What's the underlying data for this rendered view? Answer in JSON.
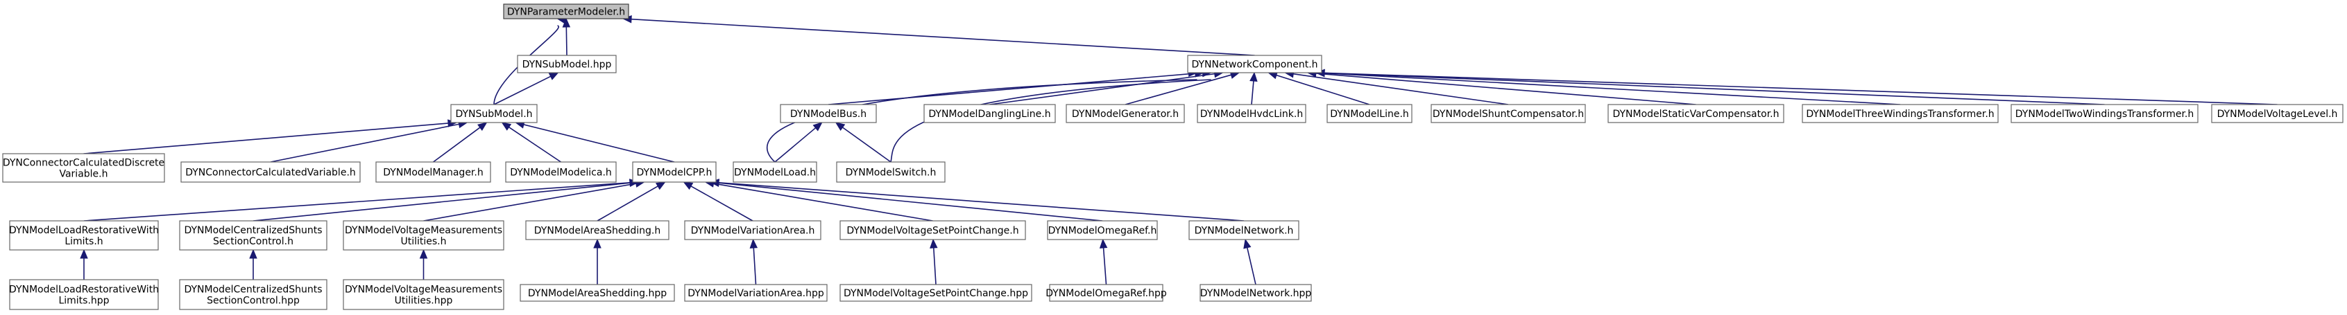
{
  "diagram": {
    "title": "",
    "colors": {
      "edge": "#191970",
      "box_border": "#666666",
      "root_fill": "#bfbfbf",
      "text": "#000000"
    },
    "nodes": [
      {
        "id": "paramModeler",
        "lines": [
          "DYNParameterModeler.h"
        ],
        "root": true
      },
      {
        "id": "subModelHpp",
        "lines": [
          "DYNSubModel.hpp"
        ]
      },
      {
        "id": "networkComponent",
        "lines": [
          "DYNNetworkComponent.h"
        ]
      },
      {
        "id": "subModelH",
        "lines": [
          "DYNSubModel.h"
        ]
      },
      {
        "id": "connCalcDiscrete",
        "lines": [
          "DYNConnectorCalculatedDiscrete",
          "Variable.h"
        ]
      },
      {
        "id": "connCalc",
        "lines": [
          "DYNConnectorCalculatedVariable.h"
        ]
      },
      {
        "id": "modelManager",
        "lines": [
          "DYNModelManager.h"
        ]
      },
      {
        "id": "modelModelica",
        "lines": [
          "DYNModelModelica.h"
        ]
      },
      {
        "id": "modelCPP",
        "lines": [
          "DYNModelCPP.h"
        ]
      },
      {
        "id": "modelBus",
        "lines": [
          "DYNModelBus.h"
        ]
      },
      {
        "id": "danglingLine",
        "lines": [
          "DYNModelDanglingLine.h"
        ]
      },
      {
        "id": "generator",
        "lines": [
          "DYNModelGenerator.h"
        ]
      },
      {
        "id": "hvdcLink",
        "lines": [
          "DYNModelHvdcLink.h"
        ]
      },
      {
        "id": "line",
        "lines": [
          "DYNModelLine.h"
        ]
      },
      {
        "id": "shuntComp",
        "lines": [
          "DYNModelShuntCompensator.h"
        ]
      },
      {
        "id": "staticVar",
        "lines": [
          "DYNModelStaticVarCompensator.h"
        ]
      },
      {
        "id": "threeWind",
        "lines": [
          "DYNModelThreeWindingsTransformer.h"
        ]
      },
      {
        "id": "twoWind",
        "lines": [
          "DYNModelTwoWindingsTransformer.h"
        ]
      },
      {
        "id": "voltageLevel",
        "lines": [
          "DYNModelVoltageLevel.h"
        ]
      },
      {
        "id": "modelLoad",
        "lines": [
          "DYNModelLoad.h"
        ]
      },
      {
        "id": "modelSwitch",
        "lines": [
          "DYNModelSwitch.h"
        ]
      },
      {
        "id": "loadRestH",
        "lines": [
          "DYNModelLoadRestorativeWith",
          "Limits.h"
        ]
      },
      {
        "id": "centralH",
        "lines": [
          "DYNModelCentralizedShunts",
          "SectionControl.h"
        ]
      },
      {
        "id": "voltMeasH",
        "lines": [
          "DYNModelVoltageMeasurements",
          "Utilities.h"
        ]
      },
      {
        "id": "areaShedH",
        "lines": [
          "DYNModelAreaShedding.h"
        ]
      },
      {
        "id": "varAreaH",
        "lines": [
          "DYNModelVariationArea.h"
        ]
      },
      {
        "id": "voltSetH",
        "lines": [
          "DYNModelVoltageSetPointChange.h"
        ]
      },
      {
        "id": "omegaH",
        "lines": [
          "DYNModelOmegaRef.h"
        ]
      },
      {
        "id": "networkH",
        "lines": [
          "DYNModelNetwork.h"
        ]
      },
      {
        "id": "loadRestHpp",
        "lines": [
          "DYNModelLoadRestorativeWith",
          "Limits.hpp"
        ]
      },
      {
        "id": "centralHpp",
        "lines": [
          "DYNModelCentralizedShunts",
          "SectionControl.hpp"
        ]
      },
      {
        "id": "voltMeasHpp",
        "lines": [
          "DYNModelVoltageMeasurements",
          "Utilities.hpp"
        ]
      },
      {
        "id": "areaShedHpp",
        "lines": [
          "DYNModelAreaShedding.hpp"
        ]
      },
      {
        "id": "varAreaHpp",
        "lines": [
          "DYNModelVariationArea.hpp"
        ]
      },
      {
        "id": "voltSetHpp",
        "lines": [
          "DYNModelVoltageSetPointChange.hpp"
        ]
      },
      {
        "id": "omegaHpp",
        "lines": [
          "DYNModelOmegaRef.hpp"
        ]
      },
      {
        "id": "networkHpp",
        "lines": [
          "DYNModelNetwork.hpp"
        ]
      }
    ],
    "edges": [
      {
        "from": "subModelHpp",
        "to": "paramModeler"
      },
      {
        "from": "subModelH",
        "to": "paramModeler"
      },
      {
        "from": "networkComponent",
        "to": "paramModeler"
      },
      {
        "from": "subModelH",
        "to": "subModelHpp"
      },
      {
        "from": "connCalcDiscrete",
        "to": "subModelH"
      },
      {
        "from": "connCalc",
        "to": "subModelH"
      },
      {
        "from": "modelManager",
        "to": "subModelH"
      },
      {
        "from": "modelModelica",
        "to": "subModelH"
      },
      {
        "from": "modelCPP",
        "to": "subModelH"
      },
      {
        "from": "modelBus",
        "to": "networkComponent"
      },
      {
        "from": "danglingLine",
        "to": "networkComponent"
      },
      {
        "from": "generator",
        "to": "networkComponent"
      },
      {
        "from": "hvdcLink",
        "to": "networkComponent"
      },
      {
        "from": "line",
        "to": "networkComponent"
      },
      {
        "from": "shuntComp",
        "to": "networkComponent"
      },
      {
        "from": "staticVar",
        "to": "networkComponent"
      },
      {
        "from": "threeWind",
        "to": "networkComponent"
      },
      {
        "from": "twoWind",
        "to": "networkComponent"
      },
      {
        "from": "voltageLevel",
        "to": "networkComponent"
      },
      {
        "from": "modelLoad",
        "to": "networkComponent"
      },
      {
        "from": "modelSwitch",
        "to": "networkComponent"
      },
      {
        "from": "modelLoad",
        "to": "modelBus"
      },
      {
        "from": "modelSwitch",
        "to": "modelBus"
      },
      {
        "from": "loadRestH",
        "to": "modelCPP"
      },
      {
        "from": "centralH",
        "to": "modelCPP"
      },
      {
        "from": "voltMeasH",
        "to": "modelCPP"
      },
      {
        "from": "areaShedH",
        "to": "modelCPP"
      },
      {
        "from": "varAreaH",
        "to": "modelCPP"
      },
      {
        "from": "voltSetH",
        "to": "modelCPP"
      },
      {
        "from": "omegaH",
        "to": "modelCPP"
      },
      {
        "from": "networkH",
        "to": "modelCPP"
      },
      {
        "from": "loadRestHpp",
        "to": "loadRestH"
      },
      {
        "from": "centralHpp",
        "to": "centralH"
      },
      {
        "from": "voltMeasHpp",
        "to": "voltMeasH"
      },
      {
        "from": "areaShedHpp",
        "to": "areaShedH"
      },
      {
        "from": "varAreaHpp",
        "to": "varAreaH"
      },
      {
        "from": "voltSetHpp",
        "to": "voltSetH"
      },
      {
        "from": "omegaHpp",
        "to": "omegaH"
      },
      {
        "from": "networkHpp",
        "to": "networkH"
      }
    ]
  }
}
